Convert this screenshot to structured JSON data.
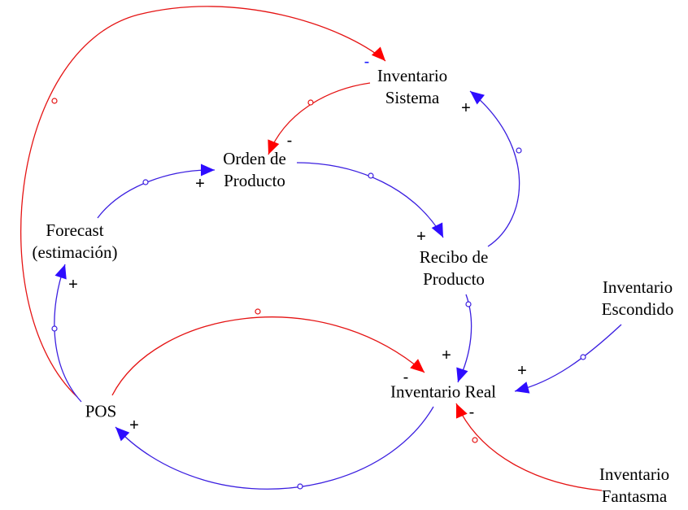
{
  "nodes": {
    "inventario_sistema": {
      "line1": "Inventario",
      "line2": "Sistema"
    },
    "orden_producto": {
      "line1": "Orden de",
      "line2": "Producto"
    },
    "forecast": {
      "line1": "Forecast",
      "line2": "(estimación)"
    },
    "recibo_producto": {
      "line1": "Recibo de",
      "line2": "Producto"
    },
    "inventario_escondido": {
      "line1": "Inventario",
      "line2": "Escondido"
    },
    "inventario_real": {
      "line1": "Inventario Real"
    },
    "pos": {
      "line1": "POS"
    },
    "inventario_fantasma": {
      "line1": "Inventario",
      "line2": "Fantasma"
    }
  },
  "links": [
    {
      "name": "link-pos-to-inventario-sistema",
      "from": "POS",
      "to": "Inventario Sistema",
      "polarity": "-",
      "color": "#e51414"
    },
    {
      "name": "link-inventario-sistema-to-orden",
      "from": "Inventario Sistema",
      "to": "Orden de Producto",
      "polarity": "-",
      "color": "#e51414"
    },
    {
      "name": "link-forecast-to-orden",
      "from": "Forecast (estimación)",
      "to": "Orden de Producto",
      "polarity": "+",
      "color": "#3b1fe0"
    },
    {
      "name": "link-orden-to-recibo",
      "from": "Orden de Producto",
      "to": "Recibo de Producto",
      "polarity": "+",
      "color": "#3b1fe0"
    },
    {
      "name": "link-recibo-to-inventario-sistema",
      "from": "Recibo de Producto",
      "to": "Inventario Sistema",
      "polarity": "+",
      "color": "#3b1fe0"
    },
    {
      "name": "link-pos-to-forecast",
      "from": "POS",
      "to": "Forecast (estimación)",
      "polarity": "+",
      "color": "#3b1fe0"
    },
    {
      "name": "link-recibo-to-inventario-real",
      "from": "Recibo de Producto",
      "to": "Inventario Real",
      "polarity": "+",
      "color": "#3b1fe0"
    },
    {
      "name": "link-pos-to-inventario-real",
      "from": "POS",
      "to": "Inventario Real",
      "polarity": "-",
      "color": "#e51414"
    },
    {
      "name": "link-escondido-to-inventario-real",
      "from": "Inventario Escondido",
      "to": "Inventario Real",
      "polarity": "+",
      "color": "#3b1fe0"
    },
    {
      "name": "link-inventario-real-to-pos",
      "from": "Inventario Real",
      "to": "POS",
      "polarity": "+",
      "color": "#3b1fe0"
    },
    {
      "name": "link-fantasma-to-inventario-real",
      "from": "Inventario Fantasma",
      "to": "Inventario Real",
      "polarity": "-",
      "color": "#e51414"
    }
  ]
}
